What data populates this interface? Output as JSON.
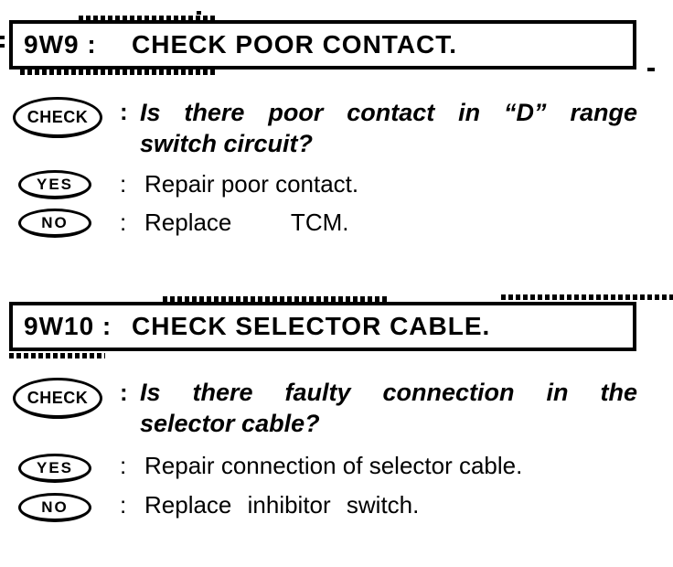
{
  "page": {
    "background": "#ffffff",
    "ink": "#000000"
  },
  "colon": ":",
  "sections": [
    {
      "id": "9W9 :",
      "title": "CHECK POOR CONTACT.",
      "check": {
        "badge": "CHECK",
        "question_line1": "Is there poor contact in “D” range",
        "question_line2": "switch circuit?"
      },
      "yes": {
        "badge": "YES",
        "action": "Repair poor contact."
      },
      "no": {
        "badge": "NO",
        "action": "Replace         TCM."
      }
    },
    {
      "id": "9W10 :",
      "title": "CHECK SELECTOR CABLE.",
      "check": {
        "badge": "CHECK",
        "question_line1": "Is there faulty connection in the",
        "question_line2": "selector cable?"
      },
      "yes": {
        "badge": "YES",
        "action": "Repair connection of selector cable."
      },
      "no": {
        "badge": "NO",
        "action": "Replace inhibitor switch."
      }
    }
  ]
}
